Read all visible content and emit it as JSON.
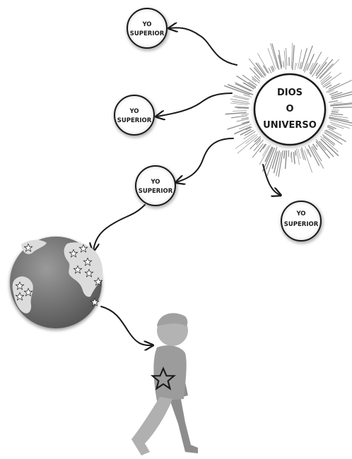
{
  "center": {
    "line1": "DIOS",
    "line2": "O",
    "line3": "UNIVERSO"
  },
  "higher_self_nodes": [
    {
      "line1": "YO",
      "line2": "SUPERIOR"
    },
    {
      "line1": "YO",
      "line2": "SUPERIOR"
    },
    {
      "line1": "YO",
      "line2": "SUPERIOR"
    },
    {
      "line1": "YO",
      "line2": "SUPERIOR"
    }
  ],
  "icons": {
    "earth": "globe-icon",
    "person": "walking-child-icon",
    "star": "star-icon"
  },
  "colors": {
    "ink": "#1a1a1a",
    "ray": "#8a8a8a",
    "ocean": "#7a7a7a",
    "land": "#dcdcdc",
    "figure_light": "#a9a9a9",
    "figure_dark": "#7d7d7d"
  }
}
